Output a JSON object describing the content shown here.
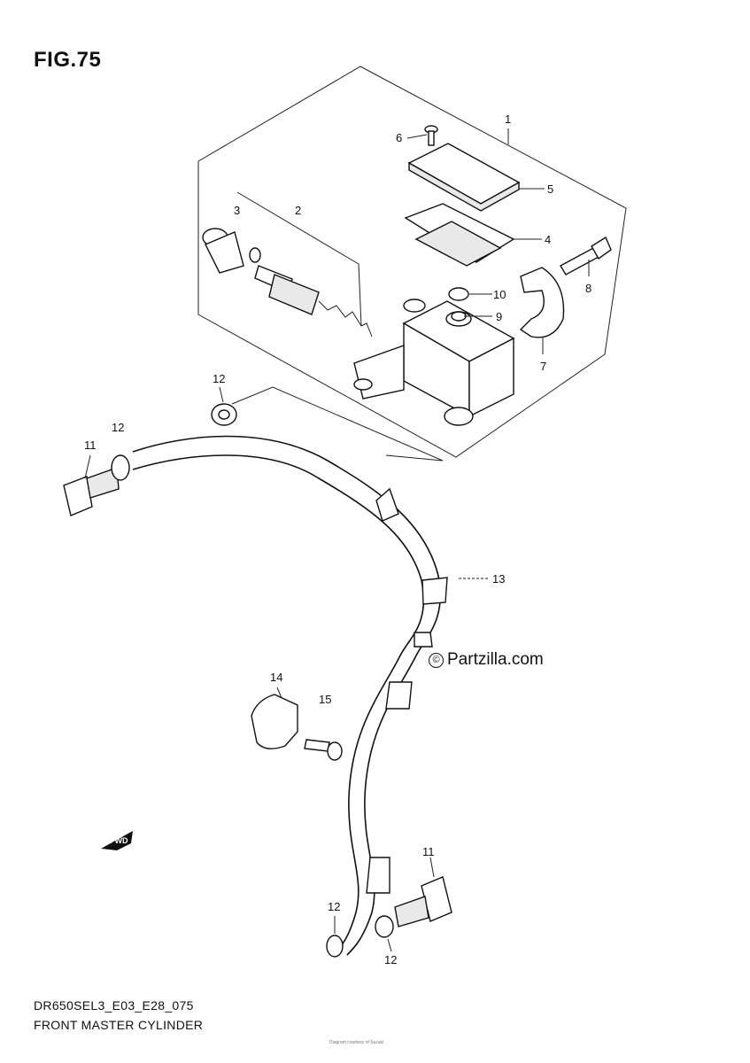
{
  "figure": {
    "title": "FIG.75",
    "code": "DR650SEL3_E03_E28_075",
    "caption": "FRONT MASTER CYLINDER",
    "watermark": "Partzilla.com",
    "watermark_symbol": "©",
    "footer_fine_print": "Diagram courtesy of Suzuki"
  },
  "callouts": [
    "1",
    "2",
    "3",
    "4",
    "5",
    "6",
    "7",
    "8",
    "9",
    "10",
    "11",
    "11",
    "12",
    "12",
    "12",
    "12",
    "13",
    "14",
    "15"
  ],
  "fwd_label": "FWD"
}
